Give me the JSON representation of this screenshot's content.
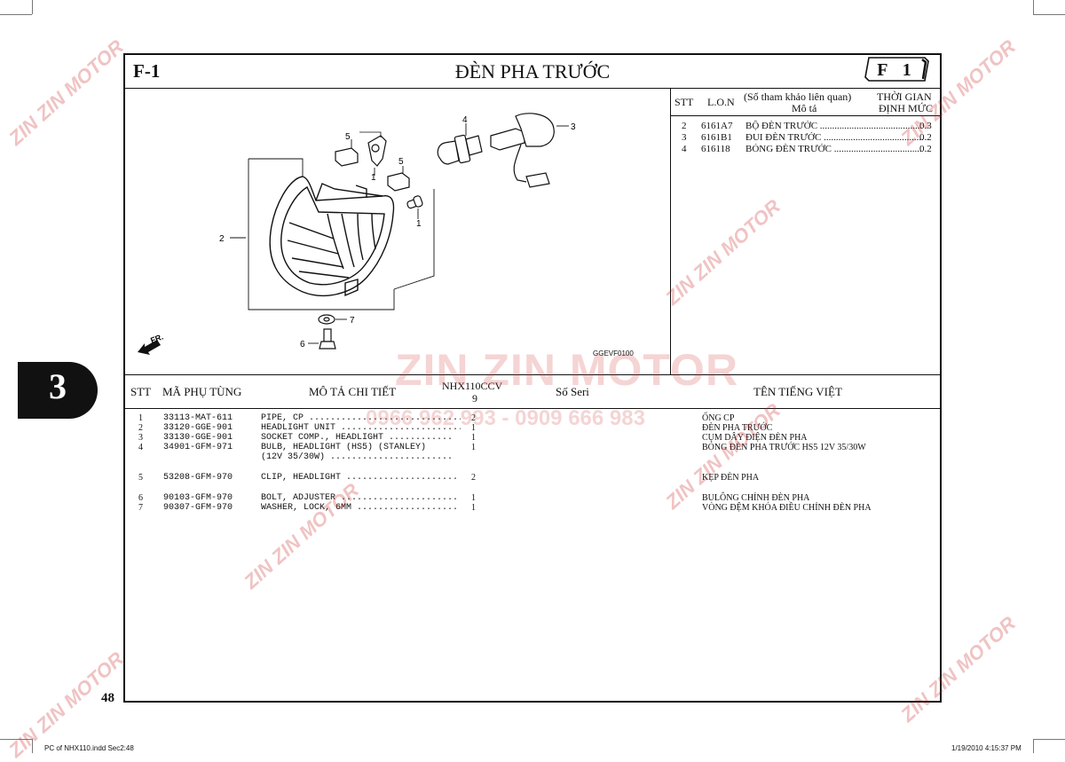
{
  "page_code": "F-1",
  "page_title": "ĐÈN PHA TRƯỚC",
  "code_badge": "F 1",
  "reference_table": {
    "headers": {
      "stt": "STT",
      "lon": "L.O.N",
      "desc_line1": "(Số tham khảo liên quan)",
      "desc_line2": "Mô tả",
      "time_line1": "THỜI GIAN",
      "time_line2": "ĐỊNH MỨC"
    },
    "rows": [
      {
        "stt": "2",
        "lon": "6161A7",
        "desc": "BỘ ĐÈN TRƯỚC ..............................................",
        "time": "0.3"
      },
      {
        "stt": "3",
        "lon": "6161B1",
        "desc": "ĐUI ĐÈN TRƯỚC ..............................................",
        "time": "0.2"
      },
      {
        "stt": "4",
        "lon": "616118",
        "desc": "BÓNG ĐÈN TRƯỚC ..............................................",
        "time": "0.2"
      }
    ]
  },
  "diagram": {
    "code": "GGEVF0100",
    "front_marker": "FR.",
    "callouts": [
      "1",
      "1",
      "2",
      "3",
      "4",
      "5",
      "5",
      "6",
      "7"
    ]
  },
  "parts_table": {
    "headers": {
      "stt": "STT",
      "part_no": "MÃ PHỤ TÙNG",
      "desc": "MÔ TẢ CHI TIẾT",
      "model_line1": "NHX110CCV",
      "model_line2": "9",
      "serial": "Số Seri",
      "vietnamese_name": "TÊN TIẾNG VIỆT"
    },
    "rows": [
      {
        "stt": "1",
        "part_no": "33113-MAT-611",
        "desc": "PIPE, CP .............................",
        "qty": "2",
        "vn": "ỐNG CP"
      },
      {
        "stt": "2",
        "part_no": "33120-GGE-901",
        "desc": "HEADLIGHT UNIT .......................",
        "qty": "1",
        "vn": "ĐÈN PHA TRƯỚC"
      },
      {
        "stt": "3",
        "part_no": "33130-GGE-901",
        "desc": "SOCKET COMP., HEADLIGHT ............",
        "qty": "1",
        "vn": "CỤM DÂY ĐIỆN ĐÈN PHA"
      },
      {
        "stt": "4",
        "part_no": "34901-GFM-971",
        "desc": "BULB, HEADLIGHT (HS5) (STANLEY)",
        "qty": "1",
        "vn": "BÓNG ĐÈN PHA TRƯỚC HS5 12V 35/30W"
      },
      {
        "stt": "",
        "part_no": "",
        "desc": "(12V 35/30W) .......................",
        "qty": "",
        "vn": ""
      },
      {
        "stt": "5",
        "part_no": "53208-GFM-970",
        "desc": "CLIP, HEADLIGHT .....................",
        "qty": "2",
        "vn": "KẸP ĐÈN PHA"
      },
      {
        "stt": "6",
        "part_no": "90103-GFM-970",
        "desc": "BOLT, ADJUSTER ......................",
        "qty": "1",
        "vn": "BULÔNG CHỈNH ĐÈN PHA"
      },
      {
        "stt": "7",
        "part_no": "90307-GFM-970",
        "desc": "WASHER, LOCK, 6MM ...................",
        "qty": "1",
        "vn": "VÒNG ĐỆM KHÓA ĐIỀU CHỈNH ĐÈN PHA"
      }
    ]
  },
  "section_number": "3",
  "page_number": "48",
  "footer": {
    "left": "PC of NHX110.indd   Sec2:48",
    "right": "1/19/2010   4:15:37 PM"
  },
  "watermark": {
    "brand": "ZIN ZIN MOTOR",
    "phone": "0966 962 993 - 0909 666 983",
    "color": "#d23c3c"
  }
}
